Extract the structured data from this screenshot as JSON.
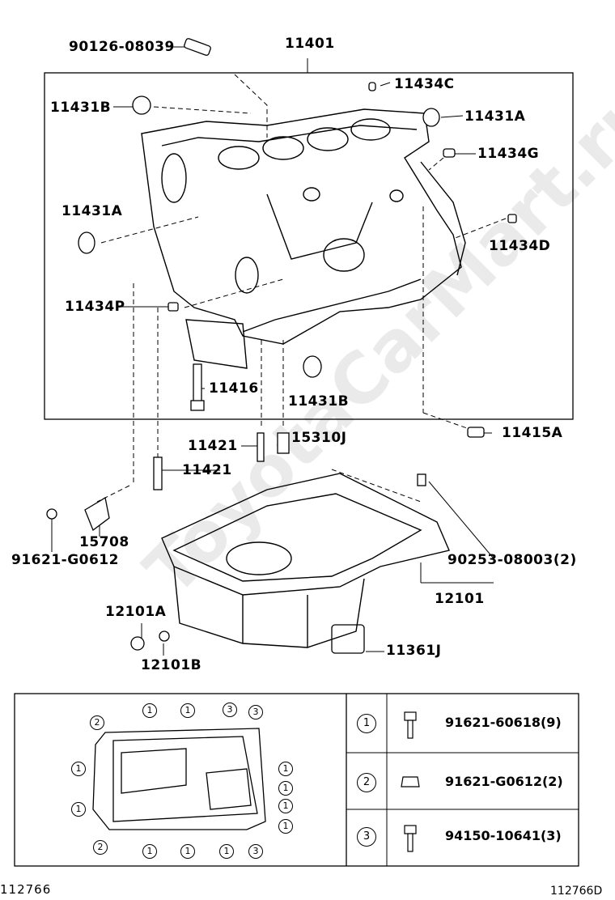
{
  "parts": {
    "top_bolt": "90126-08039",
    "block": "11401",
    "plug_c": "11434C",
    "plug_b_top": "11431B",
    "plug_a_right": "11431A",
    "pin_g": "11434G",
    "plug_a_left": "11431A",
    "pin_d": "11434D",
    "pin_p": "11434P",
    "cap": "11416",
    "plug_b_bottom": "11431B",
    "union": "11415A",
    "stud_upper": "11421",
    "jet": "15310J",
    "stud_lower": "11421",
    "bracket": "15708",
    "bracket_bolt": "91621-G0612",
    "oil_pan_bolts": "90253-08003(2)",
    "oil_pan": "12101",
    "drain_plug": "12101A",
    "drain_gasket": "12101B",
    "cover": "11361J"
  },
  "bolt_table": {
    "rows": [
      {
        "key": "1",
        "part": "91621-60618(9)"
      },
      {
        "key": "2",
        "part": "91621-G0612(2)"
      },
      {
        "key": "3",
        "part": "94150-10641(3)"
      }
    ]
  },
  "inset_callouts": [
    "2",
    "1",
    "1",
    "3",
    "3",
    "1",
    "1",
    "1",
    "1",
    "1",
    "1",
    "2",
    "1",
    "1",
    "1",
    "3"
  ],
  "footer": {
    "left": "112766",
    "right": "112766D"
  },
  "watermark": "ToyotaCarMart.ru"
}
